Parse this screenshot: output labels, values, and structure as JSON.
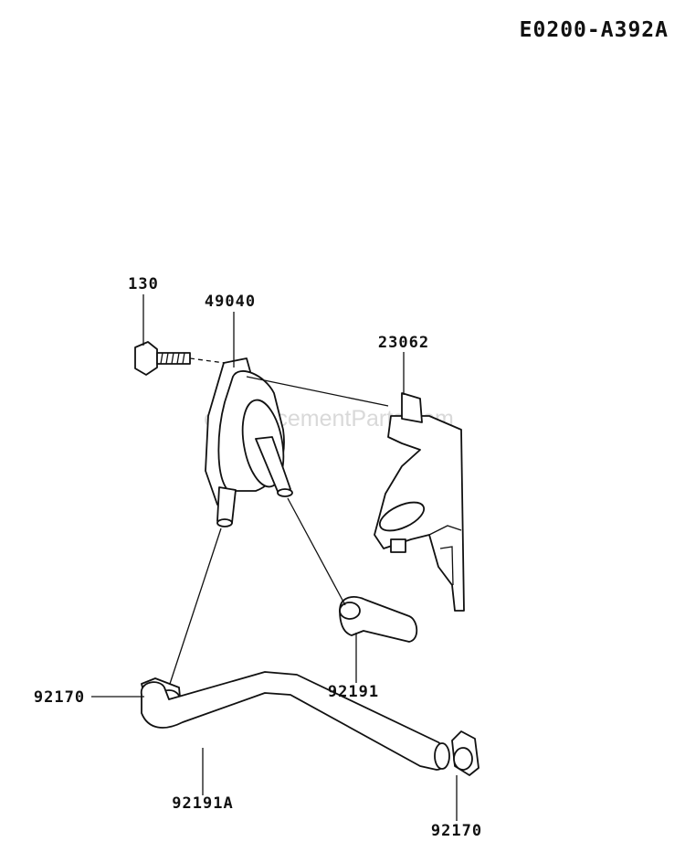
{
  "diagram_code": "E0200-A392A",
  "watermark": "eReplacementParts.com",
  "callouts": [
    {
      "id": "bolt",
      "number": "130"
    },
    {
      "id": "fuel-pump",
      "number": "49040"
    },
    {
      "id": "bracket",
      "number": "23062"
    },
    {
      "id": "fuel-hose",
      "number": "92191"
    },
    {
      "id": "clamp-left",
      "number": "92170"
    },
    {
      "id": "hose-long",
      "number": "92191A"
    },
    {
      "id": "clamp-right",
      "number": "92170"
    }
  ],
  "colors": {
    "ink": "#111111",
    "background": "#ffffff",
    "watermark": "#d9d9d9"
  }
}
